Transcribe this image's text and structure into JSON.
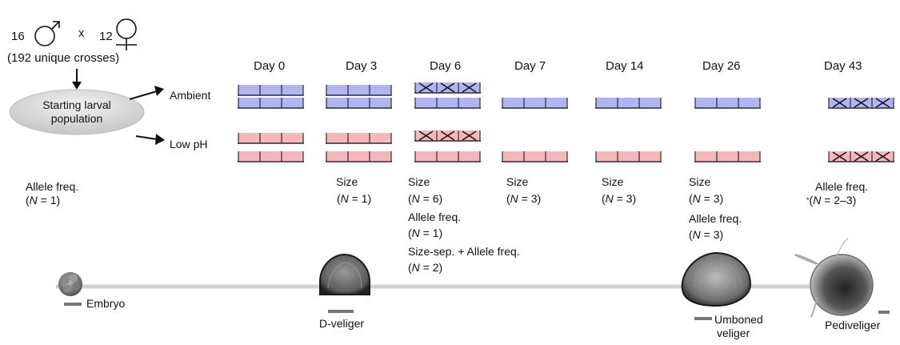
{
  "header": {
    "male_count": "16",
    "cross_sep": "x",
    "female_count": "12",
    "unique_crosses": "(192 unique crosses)"
  },
  "start_node": {
    "line1": "Starting larval",
    "line2": "population"
  },
  "treatments": {
    "ambient": "Ambient",
    "low_ph": "Low pH"
  },
  "days": [
    "Day 0",
    "Day 3",
    "Day 6",
    "Day 7",
    "Day 14",
    "Day 26",
    "Day 43"
  ],
  "sampling": {
    "day0": {
      "label": "Allele freq.",
      "n_open": "(",
      "n_var": "N",
      "n_val": " = 1)"
    },
    "day3": {
      "label": "Size",
      "n_open": "(",
      "n_var": "N",
      "n_val": " = 1)"
    },
    "day6": {
      "size_label": "Size",
      "size_open": "(",
      "size_var": "N",
      "size_val": " = 6)",
      "af_label": "Allele freq.",
      "af_open": "(",
      "af_var": "N",
      "af_val": " = 1)",
      "sep_label": "Size-sep. + Allele freq.",
      "sep_open": "(",
      "sep_var": "N",
      "sep_val": " = 2)"
    },
    "day7": {
      "label": "Size",
      "n_open": "(",
      "n_var": "N",
      "n_val": " = 3)"
    },
    "day14": {
      "label": "Size",
      "n_open": "(",
      "n_var": "N",
      "n_val": " = 3)"
    },
    "day26": {
      "size_label": "Size",
      "size_open": "(",
      "size_var": "N",
      "size_val": " = 3)",
      "af_label": "Allele freq.",
      "af_open": "(",
      "af_var": "N",
      "af_val": " = 3)"
    },
    "day43": {
      "label": "Allele freq.",
      "star": "*",
      "n_open": "(",
      "n_var": "N",
      "n_val": " = 2–3)"
    }
  },
  "stages": {
    "embryo": "Embryo",
    "d_veliger": "D-veliger",
    "umboned_1": "Umboned",
    "umboned_2": "veliger",
    "pediveliger": "Pediveliger"
  },
  "colors": {
    "ambient_fill": "#b3b3f2",
    "low_ph_fill": "#f5b8b8",
    "box_stroke": "#2a2a3a",
    "timeline": "#d2d2d2",
    "scale_bar": "#777777",
    "ellipse_fill": "#dcdcdc"
  }
}
